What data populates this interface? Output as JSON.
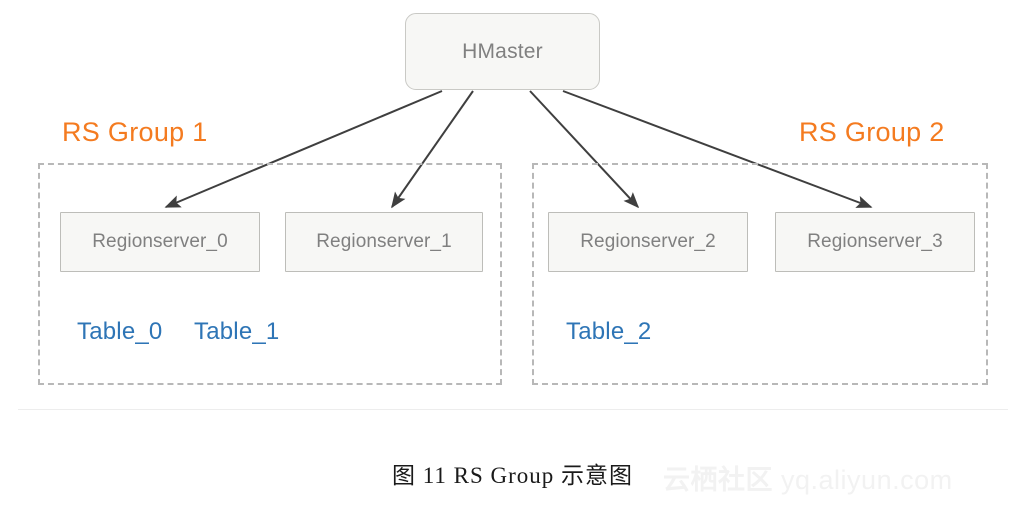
{
  "diagram": {
    "title_node": {
      "label": "HMaster"
    },
    "groups": [
      {
        "title": "RS Group 1",
        "regionservers": [
          "Regionserver_0",
          "Regionserver_1"
        ],
        "tables": [
          "Table_0",
          "Table_1"
        ]
      },
      {
        "title": "RS Group 2",
        "regionservers": [
          "Regionserver_2",
          "Regionserver_3"
        ],
        "tables": [
          "Table_2"
        ]
      }
    ],
    "edges": [
      {
        "from": "HMaster",
        "to": "Regionserver_0"
      },
      {
        "from": "HMaster",
        "to": "Regionserver_1"
      },
      {
        "from": "HMaster",
        "to": "Regionserver_2"
      },
      {
        "from": "HMaster",
        "to": "Regionserver_3"
      }
    ]
  },
  "caption": "图 11 RS Group 示意图",
  "watermark": {
    "cn": "云栖社区",
    "en": "yq.aliyun.com"
  },
  "colors": {
    "group_title": "#F47B20",
    "table_label": "#2E75B6",
    "node_text": "#808080",
    "node_fill": "#f7f7f5",
    "node_border": "#bdbdb9",
    "dashed_border": "#b8b8b8",
    "arrow": "#3f3f3f"
  }
}
